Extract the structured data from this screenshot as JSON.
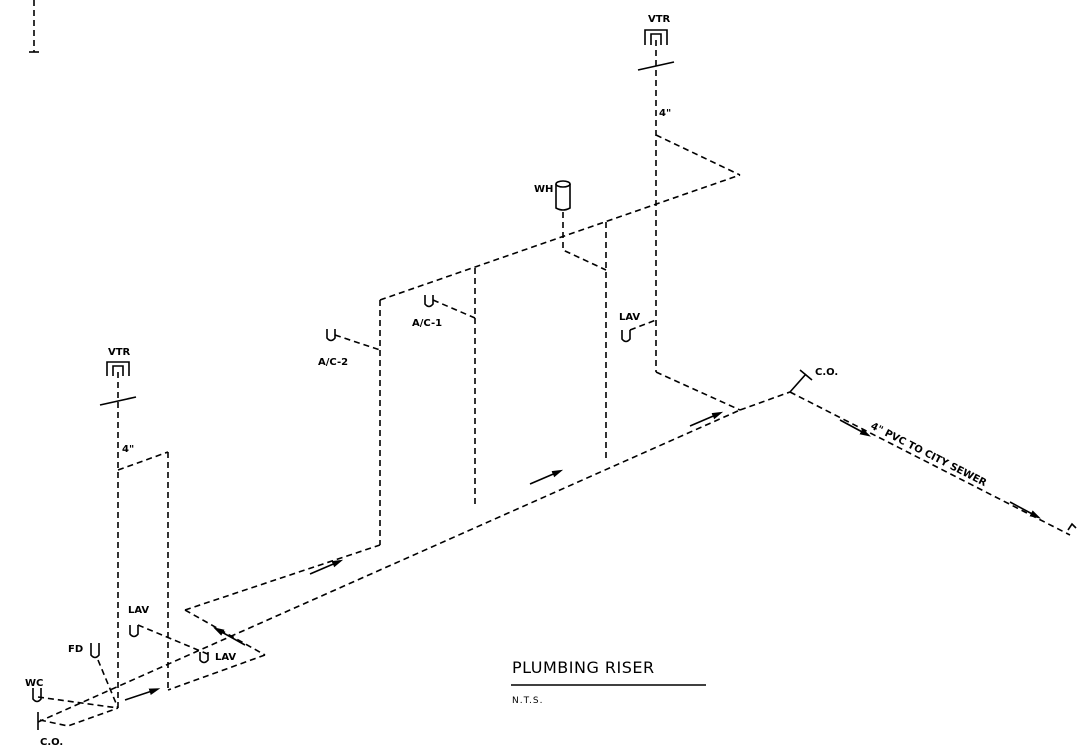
{
  "drawing": {
    "title": "PLUMBING RISER",
    "scale_note": "N.T.S."
  },
  "labels": {
    "vtr_left": "VTR",
    "vtr_right": "VTR",
    "size_left": "4\"",
    "size_right": "4\"",
    "wh": "WH",
    "ac1": "A/C-1",
    "ac2": "A/C-2",
    "lav_right": "LAV",
    "lav_left_upper": "LAV",
    "lav_left_lower": "LAV",
    "fd": "FD",
    "wc": "WC",
    "co_left": "C.O.",
    "co_right": "C.O.",
    "sewer": "4\" PVC TO CITY SEWER"
  }
}
